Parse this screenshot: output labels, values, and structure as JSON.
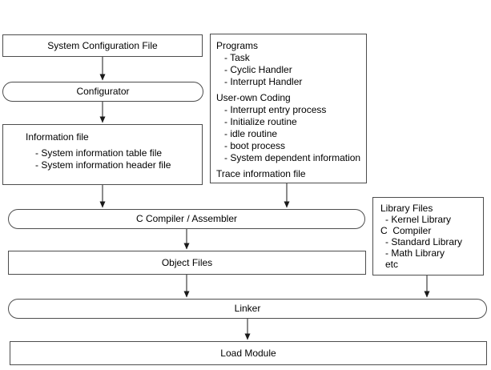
{
  "nodes": {
    "system_config_file": {
      "label": "System Configuration File"
    },
    "configurator": {
      "label": "Configurator"
    },
    "information_file": {
      "title": "Information file",
      "items": [
        "- System information table file",
        "- System information header file"
      ]
    },
    "programs": {
      "sections": [
        {
          "title": "Programs",
          "items": [
            "- Task",
            "- Cyclic Handler",
            "- Interrupt Handler"
          ]
        },
        {
          "title": "User-own Coding",
          "items": [
            "- Interrupt entry process",
            "- Initialize routine",
            "- idle routine",
            "- boot process",
            "- System dependent information"
          ]
        },
        {
          "title": "Trace information file",
          "items": []
        }
      ]
    },
    "c_compiler_assembler": {
      "label": "C Compiler / Assembler"
    },
    "library_files": {
      "lines": [
        "Library Files",
        "- Kernel Library",
        "C  Compiler",
        "- Standard Library",
        "- Math Library",
        "etc"
      ]
    },
    "object_files": {
      "label": "Object Files"
    },
    "linker": {
      "label": "Linker"
    },
    "load_module": {
      "label": "Load Module"
    }
  },
  "colors": {
    "background": "#ffffff",
    "box_border": "#4d4d4d",
    "arrow": "#1a1a1a",
    "text": "#000000"
  }
}
